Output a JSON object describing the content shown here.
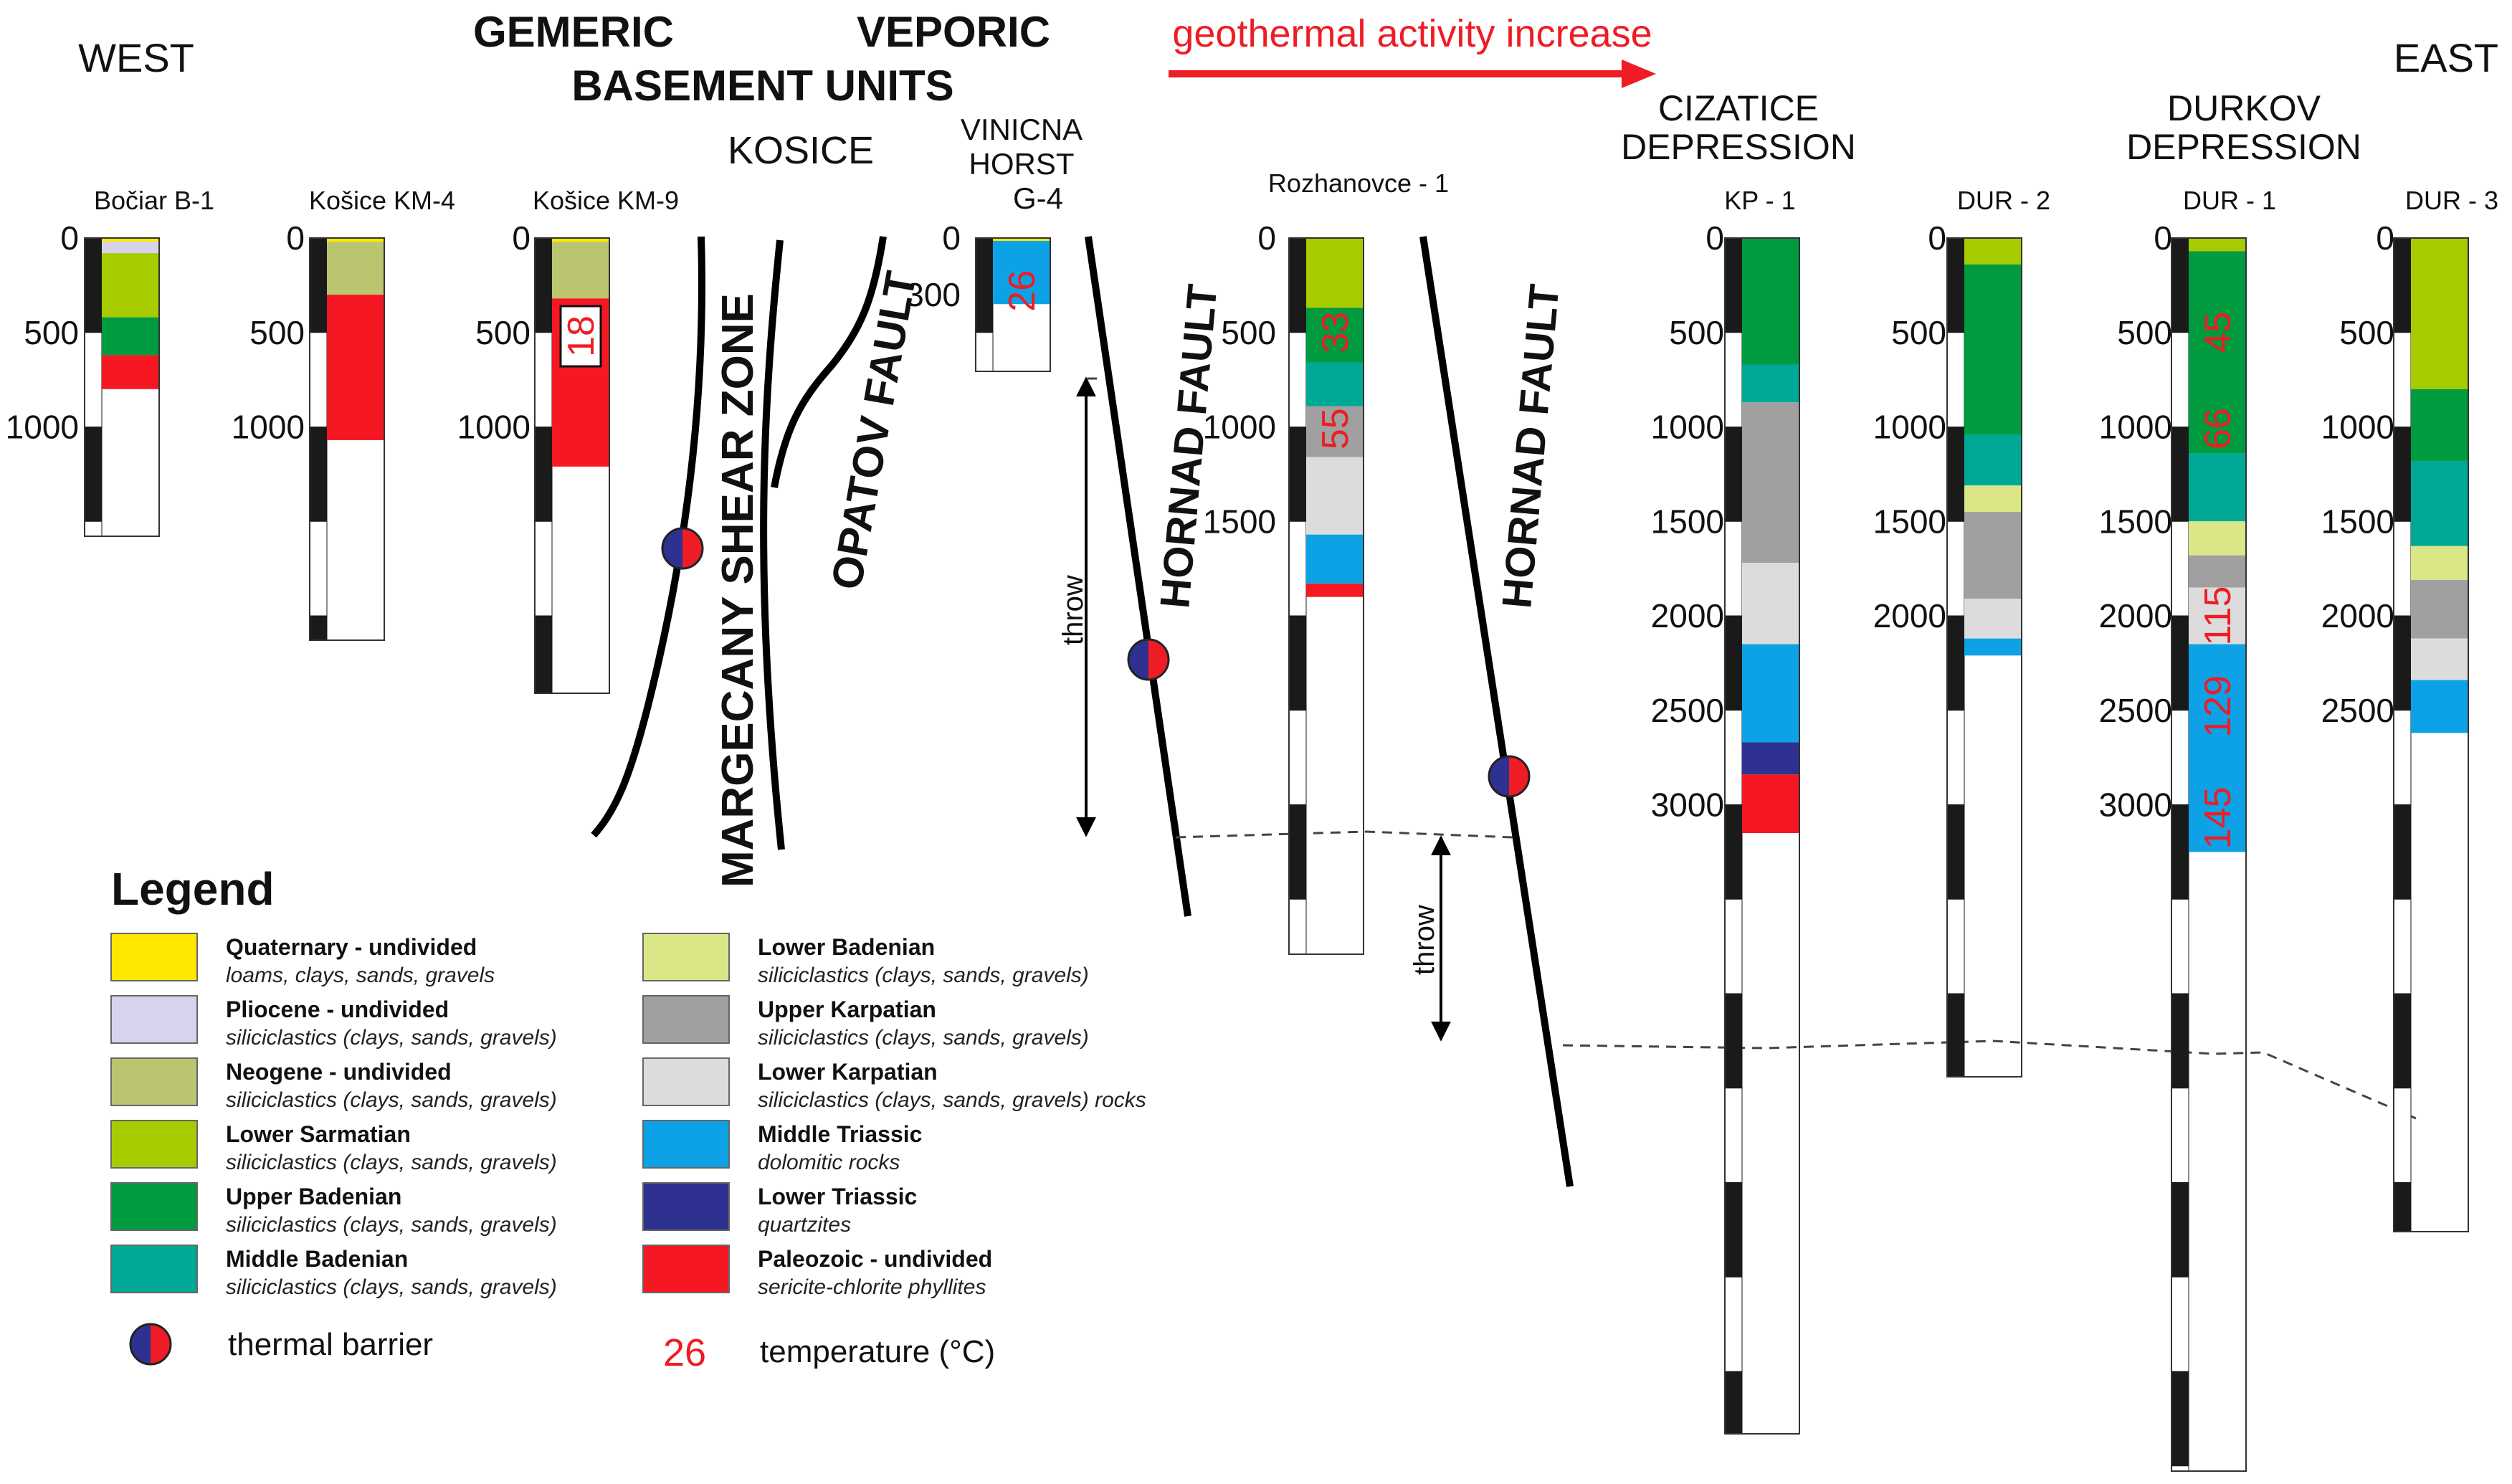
{
  "header": {
    "west": "WEST",
    "east": "EAST",
    "gemeric": "GEMERIC",
    "veporic": "VEPORIC",
    "basement_units": "BASEMENT UNITS",
    "kosice": "KOSICE",
    "geothermal": "geothermal activity increase",
    "cizatice_line1": "CIZATICE",
    "cizatice_line2": "DEPRESSION",
    "durkov_line1": "DURKOV",
    "durkov_line2": "DEPRESSION",
    "vinicna_line1": "VINICNA",
    "vinicna_line2": "HORST",
    "vinicna_line3": "G-4"
  },
  "structures": {
    "margecany": "MARGECANY SHEAR ZONE",
    "opatov": "OPATOV FAULT",
    "hornad": "HORNAD FAULT",
    "throw": "throw"
  },
  "colors": {
    "quaternary": "#ffe800",
    "pliocene": "#d7d3ec",
    "neogene": "#bbc46f",
    "lower_sarmatian": "#a6cc00",
    "upper_badenian": "#009a3f",
    "middle_badenian": "#00a896",
    "lower_badenian": "#dbe687",
    "upper_karpatian": "#a0a0a0",
    "lower_karpatian": "#dcdcdc",
    "middle_triassic": "#0da2e6",
    "lower_triassic": "#2e3190",
    "paleozoic": "#f51822",
    "temperature": "#ee1c24",
    "arrow": "#ee1c24"
  },
  "wells": [
    {
      "name": "Bočiar B-1",
      "ticks": [
        "0",
        "500",
        "1000"
      ],
      "layers": [
        [
          "quaternary",
          0,
          20
        ],
        [
          "pliocene",
          20,
          80
        ],
        [
          "lower_sarmatian",
          80,
          420
        ],
        [
          "upper_badenian",
          420,
          620
        ],
        [
          "paleozoic",
          620,
          800
        ]
      ],
      "temps": []
    },
    {
      "name": "Košice KM-4",
      "ticks": [
        "0",
        "500",
        "1000"
      ],
      "layers": [
        [
          "quaternary",
          0,
          20
        ],
        [
          "neogene",
          20,
          300
        ],
        [
          "paleozoic",
          300,
          1070
        ]
      ],
      "temps": []
    },
    {
      "name": "Košice KM-9",
      "ticks": [
        "0",
        "500",
        "1000"
      ],
      "layers": [
        [
          "quaternary",
          0,
          20
        ],
        [
          "neogene",
          20,
          320
        ],
        [
          "paleozoic",
          320,
          1210
        ]
      ],
      "temps": [
        {
          "value": "18",
          "depth": 520,
          "boxed": true
        }
      ]
    },
    {
      "name": "",
      "ticks": [
        "0",
        "300"
      ],
      "layers": [
        [
          "quaternary",
          0,
          15
        ],
        [
          "middle_triassic",
          15,
          350
        ]
      ],
      "temps": [
        {
          "value": "26",
          "depth": 280,
          "boxed": false
        }
      ]
    },
    {
      "name": "Rozhanovce - 1",
      "ticks": [
        "0",
        "500",
        "1000",
        "1500"
      ],
      "layers": [
        [
          "lower_sarmatian",
          0,
          370
        ],
        [
          "upper_badenian",
          370,
          660
        ],
        [
          "middle_badenian",
          660,
          890
        ],
        [
          "upper_karpatian",
          890,
          1160
        ],
        [
          "lower_karpatian",
          1160,
          1570
        ],
        [
          "middle_triassic",
          1570,
          1830
        ],
        [
          "paleozoic",
          1830,
          1900
        ]
      ],
      "temps": [
        {
          "value": "33",
          "depth": 500,
          "boxed": false
        },
        {
          "value": "55",
          "depth": 1010,
          "boxed": false
        }
      ]
    },
    {
      "name": "KP - 1",
      "ticks": [
        "0",
        "500",
        "1000",
        "1500",
        "2000",
        "2500",
        "3000"
      ],
      "layers": [
        [
          "upper_badenian",
          0,
          670
        ],
        [
          "middle_badenian",
          670,
          870
        ],
        [
          "upper_karpatian",
          870,
          1720
        ],
        [
          "lower_karpatian",
          1720,
          2150
        ],
        [
          "middle_triassic",
          2150,
          2670
        ],
        [
          "lower_triassic",
          2670,
          2840
        ],
        [
          "paleozoic",
          2840,
          3150
        ]
      ],
      "temps": []
    },
    {
      "name": "DUR - 2",
      "ticks": [
        "0",
        "500",
        "1000",
        "1500",
        "2000"
      ],
      "layers": [
        [
          "lower_sarmatian",
          0,
          140
        ],
        [
          "upper_badenian",
          140,
          1040
        ],
        [
          "middle_badenian",
          1040,
          1310
        ],
        [
          "lower_badenian",
          1310,
          1450
        ],
        [
          "upper_karpatian",
          1450,
          1910
        ],
        [
          "lower_karpatian",
          1910,
          2120
        ],
        [
          "middle_triassic",
          2120,
          2210
        ]
      ],
      "temps": []
    },
    {
      "name": "DUR - 1",
      "ticks": [
        "0",
        "500",
        "1000",
        "1500",
        "2000",
        "2500",
        "3000"
      ],
      "layers": [
        [
          "lower_sarmatian",
          0,
          70
        ],
        [
          "upper_badenian",
          70,
          1140
        ],
        [
          "middle_badenian",
          1140,
          1500
        ],
        [
          "lower_badenian",
          1500,
          1680
        ],
        [
          "upper_karpatian",
          1680,
          1850
        ],
        [
          "lower_karpatian",
          1850,
          2150
        ],
        [
          "middle_triassic",
          2150,
          3250
        ]
      ],
      "temps": [
        {
          "value": "45",
          "depth": 500,
          "boxed": false
        },
        {
          "value": "66",
          "depth": 1010,
          "boxed": false
        },
        {
          "value": "115",
          "depth": 2000,
          "boxed": false
        },
        {
          "value": "129",
          "depth": 2480,
          "boxed": false
        },
        {
          "value": "145",
          "depth": 3070,
          "boxed": false
        }
      ]
    },
    {
      "name": "DUR - 3",
      "ticks": [
        "0",
        "500",
        "1000",
        "1500",
        "2000",
        "2500"
      ],
      "layers": [
        [
          "lower_sarmatian",
          0,
          800
        ],
        [
          "upper_badenian",
          800,
          1180
        ],
        [
          "middle_badenian",
          1180,
          1630
        ],
        [
          "lower_badenian",
          1630,
          1810
        ],
        [
          "upper_karpatian",
          1810,
          2120
        ],
        [
          "lower_karpatian",
          2120,
          2340
        ],
        [
          "middle_triassic",
          2340,
          2620
        ]
      ],
      "temps": []
    }
  ],
  "legend": {
    "title": "Legend",
    "items": [
      {
        "key": "quaternary",
        "name": "Quaternary - undivided",
        "desc": "loams, clays, sands, gravels"
      },
      {
        "key": "pliocene",
        "name": "Pliocene - undivided",
        "desc": "siliciclastics (clays, sands, gravels)"
      },
      {
        "key": "neogene",
        "name": "Neogene - undivided",
        "desc": "siliciclastics (clays, sands, gravels)"
      },
      {
        "key": "lower_sarmatian",
        "name": "Lower Sarmatian",
        "desc": "siliciclastics (clays, sands, gravels)"
      },
      {
        "key": "upper_badenian",
        "name": "Upper Badenian",
        "desc": "siliciclastics (clays, sands, gravels)"
      },
      {
        "key": "middle_badenian",
        "name": "Middle Badenian",
        "desc": "siliciclastics (clays, sands, gravels)"
      },
      {
        "key": "lower_badenian",
        "name": "Lower Badenian",
        "desc": "siliciclastics (clays, sands, gravels)"
      },
      {
        "key": "upper_karpatian",
        "name": "Upper Karpatian",
        "desc": "siliciclastics (clays, sands, gravels)"
      },
      {
        "key": "lower_karpatian",
        "name": "Lower Karpatian",
        "desc": "siliciclastics (clays, sands, gravels) rocks"
      },
      {
        "key": "middle_triassic",
        "name": "Middle Triassic",
        "desc": "dolomitic rocks"
      },
      {
        "key": "lower_triassic",
        "name": "Lower Triassic",
        "desc": "quartzites"
      },
      {
        "key": "paleozoic",
        "name": "Paleozoic - undivided",
        "desc": "sericite-chlorite phyllites"
      }
    ],
    "thermal_barrier": "thermal barrier",
    "temp_sample": "26",
    "temp_label": "temperature (°C)"
  }
}
